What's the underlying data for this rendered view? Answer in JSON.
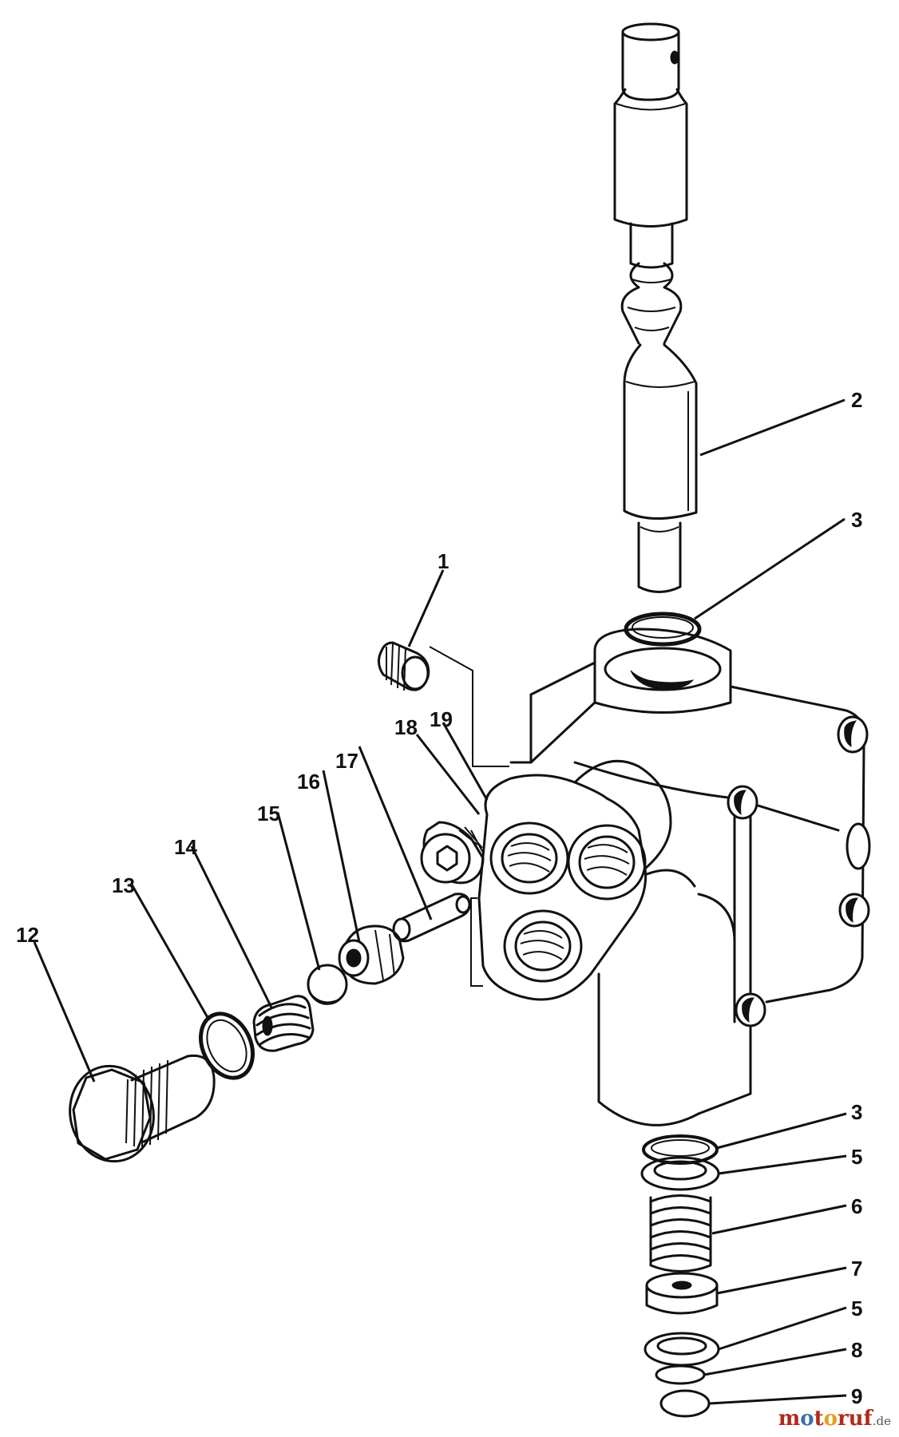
{
  "diagram": {
    "callouts": {
      "c1": "1",
      "c2": "2",
      "c3_top": "3",
      "c3_bottom": "3",
      "c5_upper": "5",
      "c5_lower": "5",
      "c6": "6",
      "c7": "7",
      "c8": "8",
      "c9": "9",
      "c12": "12",
      "c13": "13",
      "c14": "14",
      "c15": "15",
      "c16": "16",
      "c17": "17",
      "c18": "18",
      "c19": "19"
    }
  },
  "watermark": {
    "text_a": "m",
    "text_o1": "o",
    "text_b": "t",
    "text_o2": "o",
    "text_c": "ruf",
    "tld": ".de"
  }
}
